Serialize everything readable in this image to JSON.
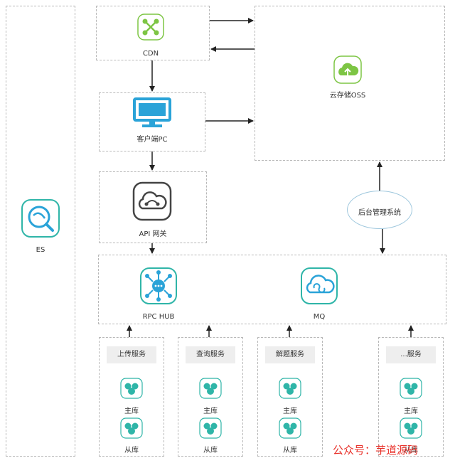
{
  "nodes": {
    "cdn": "CDN",
    "oss": "云存储OSS",
    "client": "客户端PC",
    "gateway": "API 网关",
    "es": "ES",
    "admin": "后台管理系统",
    "rpc": "RPC HUB",
    "mq": "MQ"
  },
  "services": [
    {
      "title": "上传服务",
      "master": "主库",
      "slave": "从库"
    },
    {
      "title": "查询服务",
      "master": "主库",
      "slave": "从库"
    },
    {
      "title": "解题服务",
      "master": "主库",
      "slave": "从库"
    },
    {
      "title": "...服务",
      "master": "主库",
      "slave": "从库"
    }
  ],
  "watermark": "公众号：芋道源码",
  "colors": {
    "teal": "#2fb5a8",
    "green": "#7dc544",
    "blue": "#2aa3d8",
    "dark": "#444444",
    "border": "#b8b8b8"
  }
}
